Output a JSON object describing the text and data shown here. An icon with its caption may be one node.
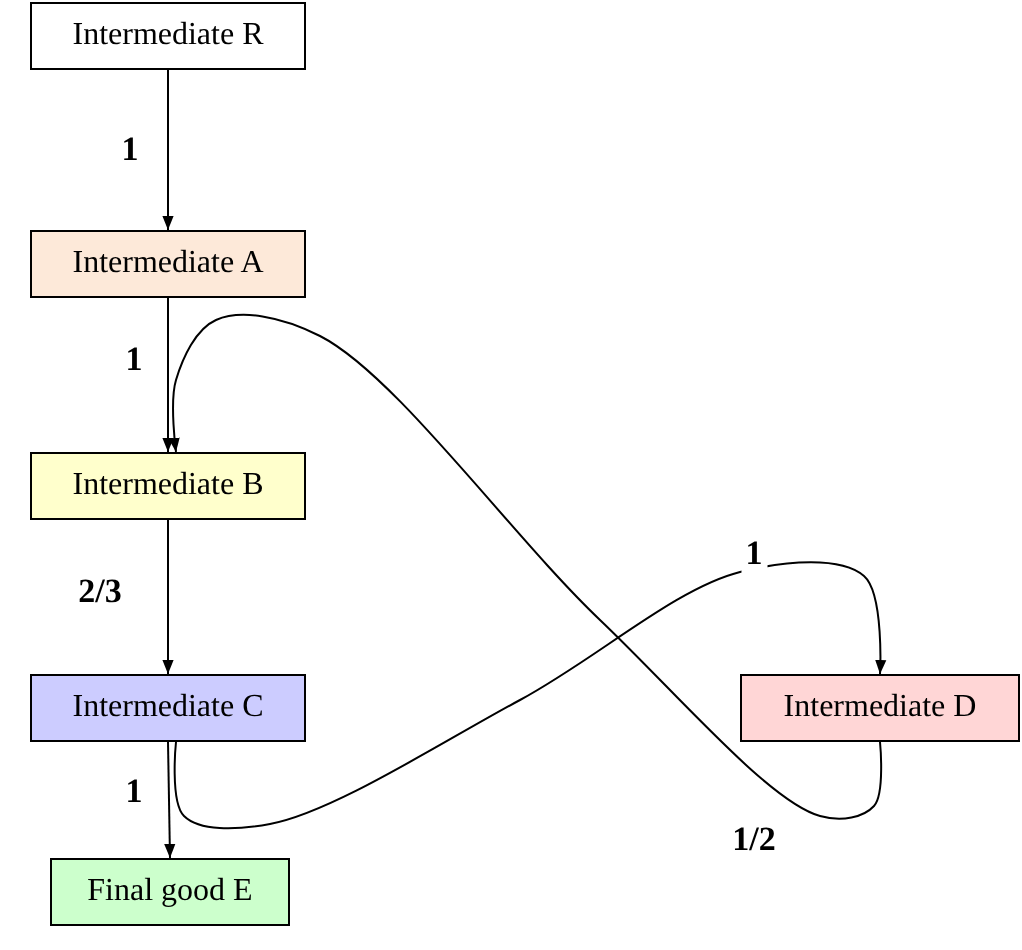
{
  "diagram": {
    "nodes": [
      {
        "text": [
          "Intermediate R"
        ]
      },
      {
        "text": [
          "Intermediate A"
        ]
      },
      {
        "text": [
          "Intermediate B"
        ]
      },
      {
        "text": [
          "Intermediate C"
        ]
      },
      {
        "text": [
          "Intermediate D"
        ]
      },
      {
        "text": [
          "Final good E"
        ]
      }
    ],
    "edges": [
      {
        "from": 0,
        "to": 1,
        "arrow": "to",
        "label": "1"
      },
      {
        "from": 1,
        "to": 2,
        "arrow": "to",
        "label": "1"
      },
      {
        "from": 2,
        "to": 3,
        "arrow": "to",
        "label": "2/3"
      },
      {
        "from": 3,
        "to": 5,
        "arrow": "to",
        "label": "1"
      },
      {
        "from": 3,
        "to": 4,
        "arrow": "to",
        "label": "1"
      },
      {
        "from": 4,
        "to": 2,
        "arrow": "to",
        "label": "1/2"
      }
    ]
  }
}
